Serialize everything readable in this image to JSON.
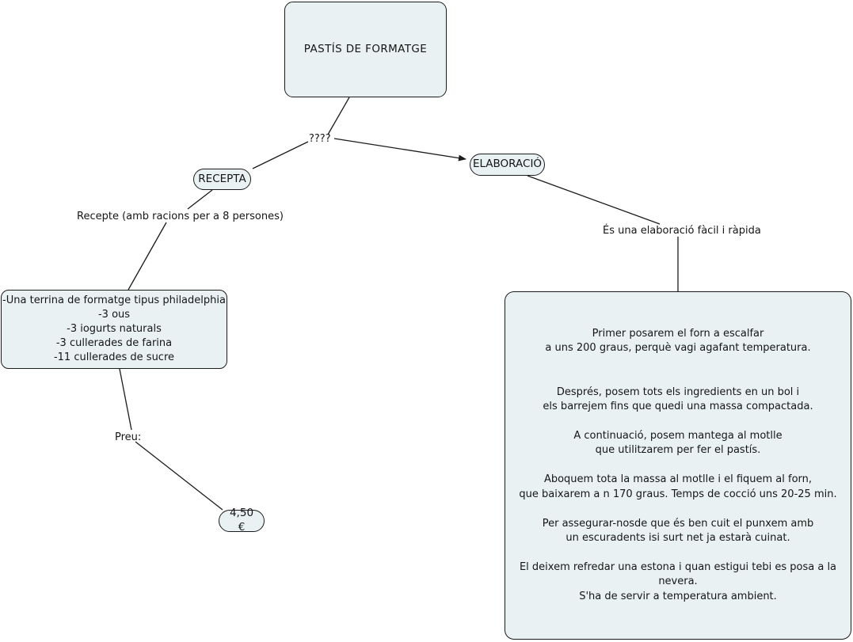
{
  "map": {
    "title": "PASTÍS DE FORMATGE",
    "nodes": {
      "root": "PASTÍS DE FORMATGE",
      "recepta": "RECEPTA",
      "elaboracio": "ELABORACIÓ",
      "ingredients": "-Una terrina de formatge tipus philadelphia\n-3 ous\n-3 iogurts naturals\n-3 cullerades de farina\n-11 cullerades de sucre",
      "preu_value": "4,50 €",
      "elaboracio_text": "Primer posarem el forn a escalfar\na uns 200 graus, perquè vagi agafant temperatura.\n\n\nDesprés, posem tots els ingredients en un bol i\nels barrejem fins que quedi una massa compactada.\n\nA continuació, posem mantega al motlle\nque utilitzarem per fer el pastís.\n\nAboquem tota la massa al motlle i el fiquem al forn,\nque baixarem a n 170 graus. Temps de cocció uns 20-25 min.\n\nPer assegurar-nosde que és ben cuit el punxem amb\nun escuradents isi surt net ja estarà cuinat.\n\nEl deixem refredar una estona i quan estigui tebi es posa a la nevera.\nS'ha de servir a temperatura ambient."
    },
    "link_labels": {
      "root_split": "????",
      "recepte_portions": "Recepte (amb racions per a 8 persones)",
      "preu": "Preu:",
      "elaboracio_easy": "És una elaboració fàcil i ràpida"
    },
    "style": {
      "node_fill": "#eaf1f3",
      "node_border": "#1b1b1b",
      "edge_color": "#1b1b1b",
      "text_color": "#161616",
      "background": "#ffffff"
    }
  }
}
